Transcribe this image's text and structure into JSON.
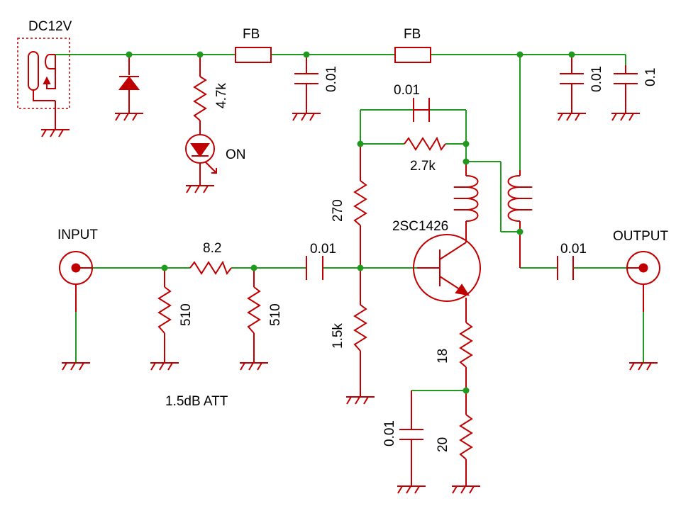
{
  "labels": {
    "supply": "DC12V",
    "fb1": "FB",
    "fb2": "FB",
    "c_fb1": "0.01",
    "c_out1": "0.01",
    "c_out2": "0.1",
    "r_led": "4.7k",
    "led": "ON",
    "c_feedback": "0.01",
    "r_feedback": "2.7k",
    "r_bias_top": "270",
    "transistor": "2SC1426",
    "input": "INPUT",
    "r_series": "8.2",
    "c_in": "0.01",
    "output": "OUTPUT",
    "c_out_coupling": "0.01",
    "r_shunt1": "510",
    "r_shunt2": "510",
    "r_bias_bottom": "1.5k",
    "r_emitter1": "18",
    "att": "1.5dB ATT",
    "c_emitter": "0.01",
    "r_emitter2": "20"
  },
  "colors": {
    "wire": "#1f9a1f",
    "component": "#c00000"
  }
}
